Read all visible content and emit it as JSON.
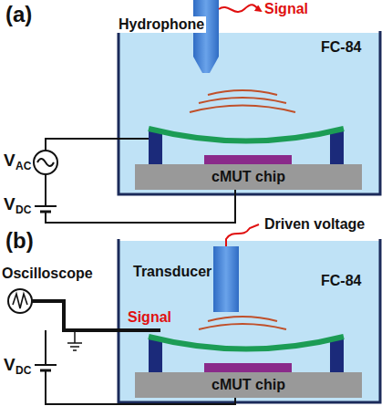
{
  "diagram": {
    "nodes": [
      {
        "text": [
          "cMUT chip"
        ]
      },
      {
        "text": [
          "cMUT chip"
        ]
      }
    ],
    "labels": [
      "(a)",
      "Signal",
      "Hydrophone",
      "FC-84",
      "V",
      "AC",
      "V",
      "DC",
      "(b)",
      "Driven voltage",
      "Transducer",
      "Oscilloscope",
      "Signal",
      "FC-84",
      "V",
      "DC"
    ]
  }
}
